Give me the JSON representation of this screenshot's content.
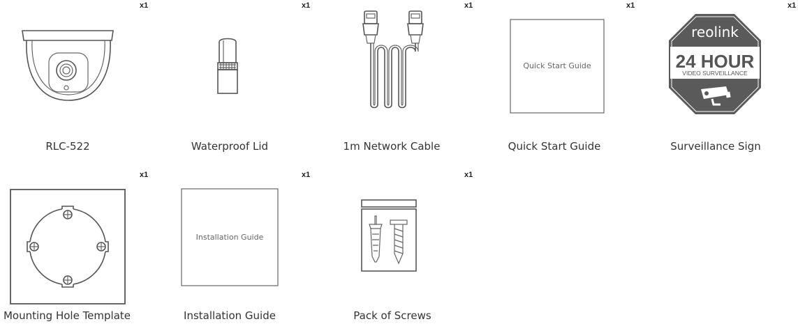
{
  "items": [
    {
      "label": "RLC-522",
      "qty": "x1",
      "icon": "dome-camera-icon"
    },
    {
      "label": "Waterproof Lid",
      "qty": "x1",
      "icon": "waterproof-lid-icon"
    },
    {
      "label": "1m Network Cable",
      "qty": "x1",
      "icon": "network-cable-icon"
    },
    {
      "label": "Quick Start Guide",
      "qty": "x1",
      "icon": "quick-start-guide-icon",
      "cover_text": "Quick Start Guide"
    },
    {
      "label": "Surveillance Sign",
      "qty": "x1",
      "icon": "surveillance-sign-icon",
      "sign": {
        "brand": "reolink",
        "headline": "24 HOUR",
        "subline": "VIDEO SURVEILLANCE"
      }
    },
    {
      "label": "Mounting Hole Template",
      "qty": "x1",
      "icon": "mounting-template-icon"
    },
    {
      "label": "Installation Guide",
      "qty": "x1",
      "icon": "installation-guide-icon",
      "cover_text": "Installation Guide"
    },
    {
      "label": "Pack of Screws",
      "qty": "x1",
      "icon": "screws-pack-icon"
    }
  ],
  "colors": {
    "line": "#666666",
    "sign_dark": "#555555",
    "text": "#333333"
  }
}
